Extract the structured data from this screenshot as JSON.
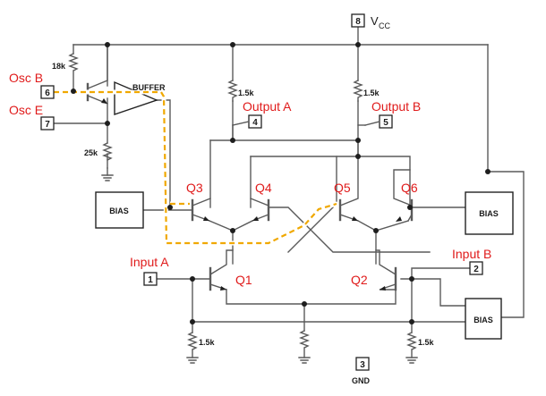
{
  "signals": {
    "osc_b": "Osc B",
    "osc_e": "Osc E",
    "output_a": "Output A",
    "output_b": "Output B",
    "input_a": "Input A",
    "input_b": "Input B"
  },
  "transistors": {
    "q1": "Q1",
    "q2": "Q2",
    "q3": "Q3",
    "q4": "Q4",
    "q5": "Q5",
    "q6": "Q6"
  },
  "blocks": {
    "buffer": "BUFFER",
    "bias_left": "BIAS",
    "bias_right_top": "BIAS",
    "bias_right_bottom": "BIAS"
  },
  "resistors": {
    "r_18k": "18k",
    "r_25k": "25k",
    "r_out_a": "1.5k",
    "r_out_b": "1.5k",
    "r_emit_a": "1.5k",
    "r_emit_b": "1.5k"
  },
  "pins": {
    "p1": "1",
    "p2": "2",
    "p3": "3",
    "p4": "4",
    "p5": "5",
    "p6": "6",
    "p7": "7",
    "p8": "8"
  },
  "supply": {
    "vcc_main": "V",
    "vcc_sub": "CC",
    "gnd": "GND"
  },
  "colors": {
    "label_red": "#e01b1b",
    "highlight_path": "#f0a800",
    "wire": "#5a5a5a"
  }
}
